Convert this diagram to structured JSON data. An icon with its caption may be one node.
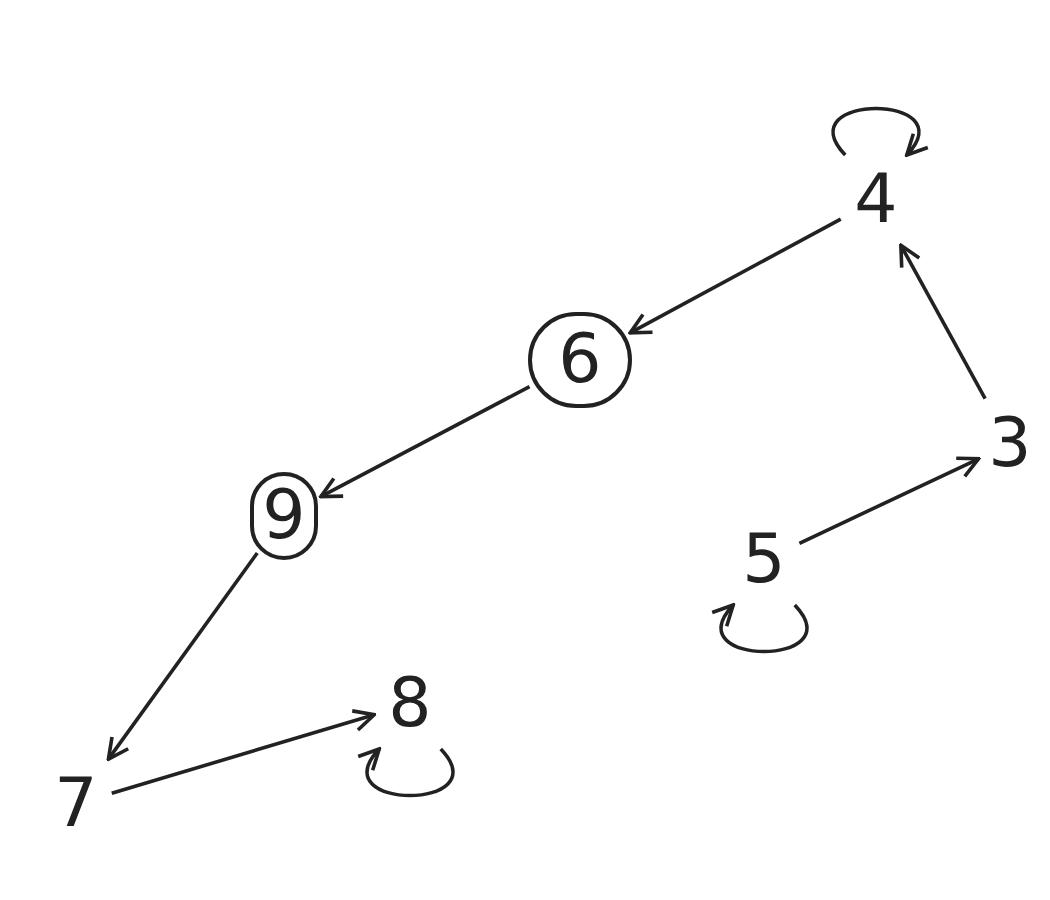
{
  "diagram": {
    "nodes": [
      {
        "text": [
          "4"
        ]
      },
      {
        "text": [
          "6"
        ]
      },
      {
        "text": [
          "3"
        ]
      },
      {
        "text": [
          "9"
        ]
      },
      {
        "text": [
          "5"
        ]
      },
      {
        "text": [
          "8"
        ]
      },
      {
        "text": [
          "7"
        ]
      }
    ],
    "edges": [
      {
        "from": 0,
        "to": 0,
        "arrow": "to"
      },
      {
        "from": 0,
        "to": 1,
        "arrow": "to"
      },
      {
        "from": 1,
        "to": 3,
        "arrow": "to"
      },
      {
        "from": 3,
        "to": 6,
        "arrow": "to"
      },
      {
        "from": 6,
        "to": 5,
        "arrow": "to"
      },
      {
        "from": 5,
        "to": 5,
        "arrow": "to"
      },
      {
        "from": 2,
        "to": 0,
        "arrow": "to"
      },
      {
        "from": 4,
        "to": 2,
        "arrow": "to"
      },
      {
        "from": 4,
        "to": 4,
        "arrow": "to"
      }
    ]
  }
}
